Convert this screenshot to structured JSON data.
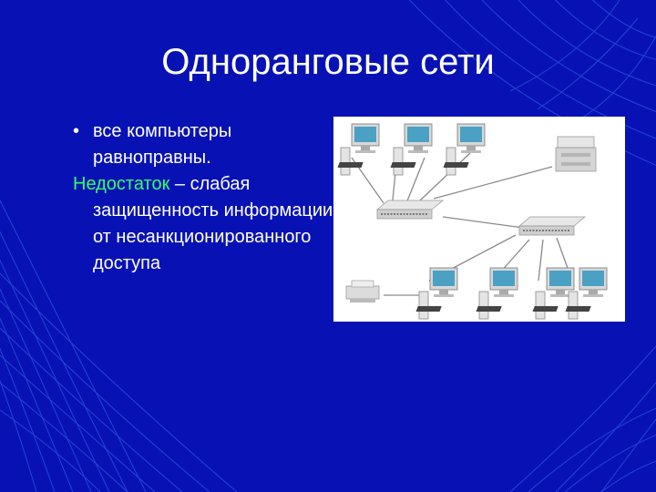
{
  "slide": {
    "title": "Одноранговые сети",
    "bullet_symbol": "•",
    "bullet_text": "все компьютеры равноправны.",
    "drawback_label": "Недостаток",
    "drawback_text": " – слабая",
    "drawback_rest": "защищенность информации от несанкционированного доступа"
  },
  "colors": {
    "background": "#0812b4",
    "text": "#ffffff",
    "highlight": "#33ff66"
  },
  "diagram": {
    "icons": [
      "desktop-computer-icon",
      "network-switch-icon",
      "laser-printer-icon",
      "inkjet-printer-icon"
    ]
  }
}
